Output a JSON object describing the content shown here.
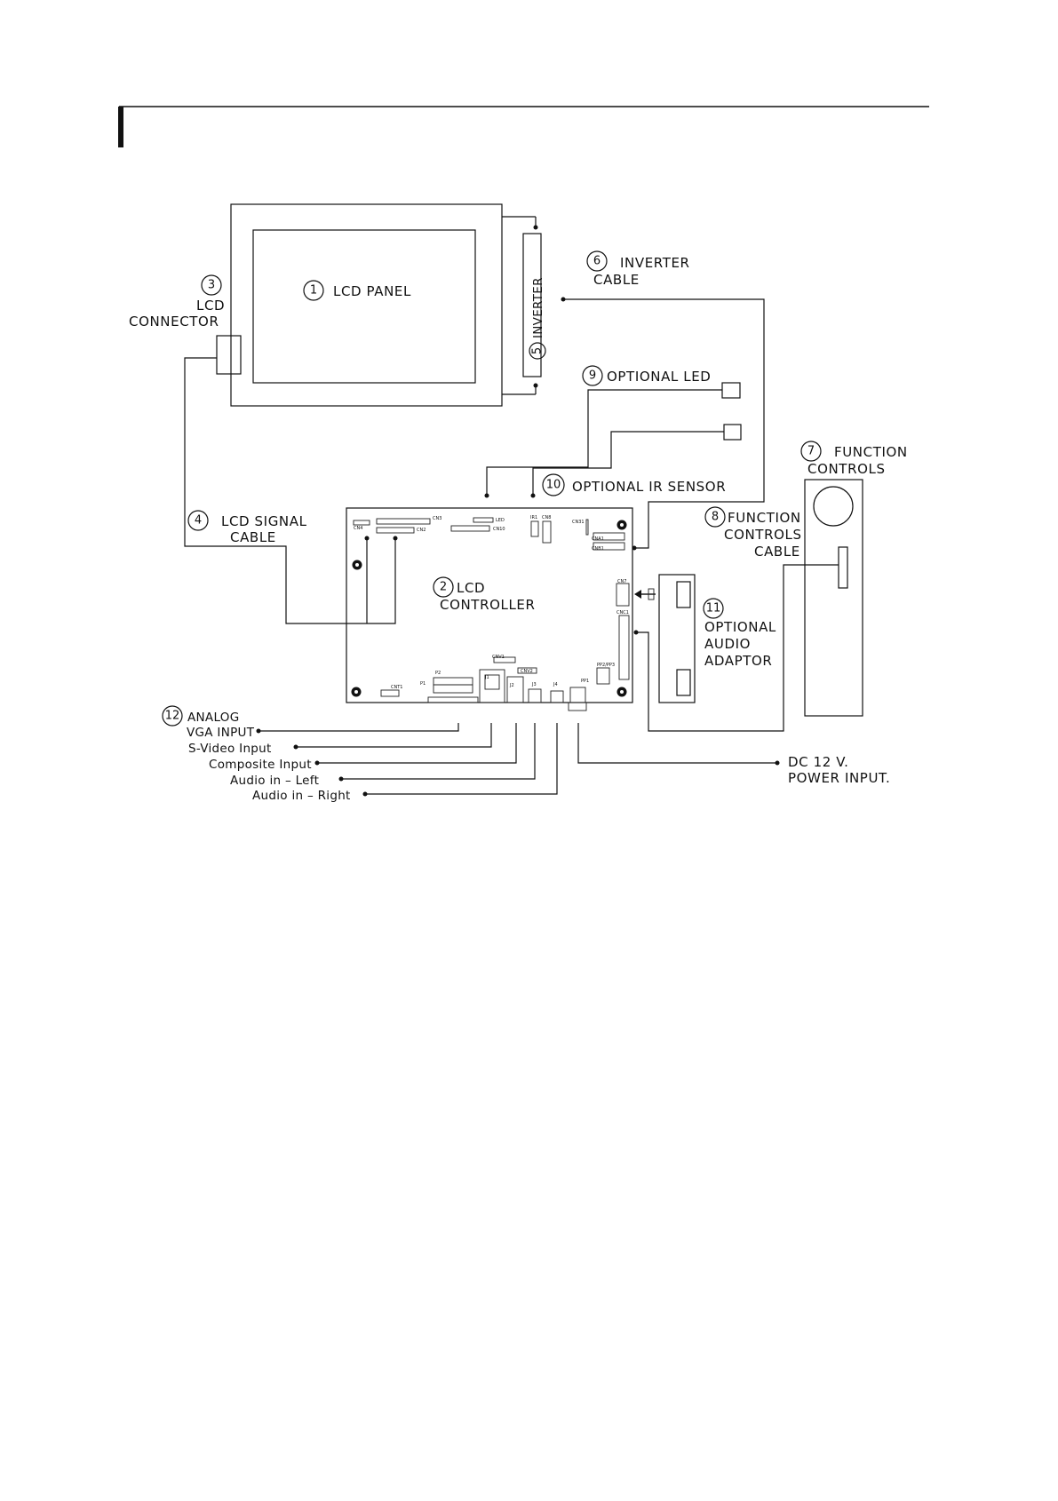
{
  "components": {
    "lcd_panel": {
      "number": "1",
      "label": "LCD PANEL"
    },
    "lcd_controller": {
      "number": "2",
      "label_line1": "LCD",
      "label_line2": "CONTROLLER"
    },
    "lcd_connector": {
      "number": "3",
      "label_line1": "LCD",
      "label_line2": "CONNECTOR"
    },
    "lcd_signal_cable": {
      "number": "4",
      "label_line1": "LCD SIGNAL",
      "label_line2": "CABLE"
    },
    "inverter": {
      "number": "5",
      "label": "INVERTER"
    },
    "inverter_cable": {
      "number": "6",
      "label_line1": "INVERTER",
      "label_line2": "CABLE"
    },
    "function_controls": {
      "number": "7",
      "label_line1": "FUNCTION",
      "label_line2": "CONTROLS"
    },
    "function_controls_cable": {
      "number": "8",
      "label_line1": "FUNCTION",
      "label_line2": "CONTROLS",
      "label_line3": "CABLE"
    },
    "optional_led": {
      "number": "9",
      "label": "OPTIONAL LED"
    },
    "optional_ir_sensor": {
      "number": "10",
      "label": "OPTIONAL IR SENSOR"
    },
    "optional_audio_adaptor": {
      "number": "11",
      "label_line1": "OPTIONAL",
      "label_line2": "AUDIO",
      "label_line3": "ADAPTOR"
    },
    "analog_vga_input": {
      "number": "12",
      "label_line1": "ANALOG",
      "label_line2": "VGA INPUT"
    }
  },
  "inputs": {
    "s_video": "S-Video Input",
    "composite": "Composite Input",
    "audio_left": "Audio in – Left",
    "audio_right": "Audio in – Right",
    "dc_power_line1": "DC 12 V.",
    "dc_power_line2": "POWER INPUT."
  },
  "board_labels": {
    "cn4": "CN4",
    "cn3": "CN3",
    "cn2": "CN2",
    "led": "LED",
    "cn10": "CN10",
    "ir1": "IR1",
    "cn8": "CN8",
    "cn31": "CN31",
    "cna1": "CNA1",
    "cnb1": "CNB1",
    "cn7": "CN7",
    "cnc1": "CNC1",
    "cnv1": "CNV1",
    "cnv2": "CNV2",
    "p2": "P2",
    "p1": "P1",
    "j1": "J1",
    "j2": "J2",
    "j3": "J3",
    "j4": "J4",
    "pp1": "PP1",
    "pp2pp3": "PP2/PP3",
    "cnt1": "CNT1"
  }
}
